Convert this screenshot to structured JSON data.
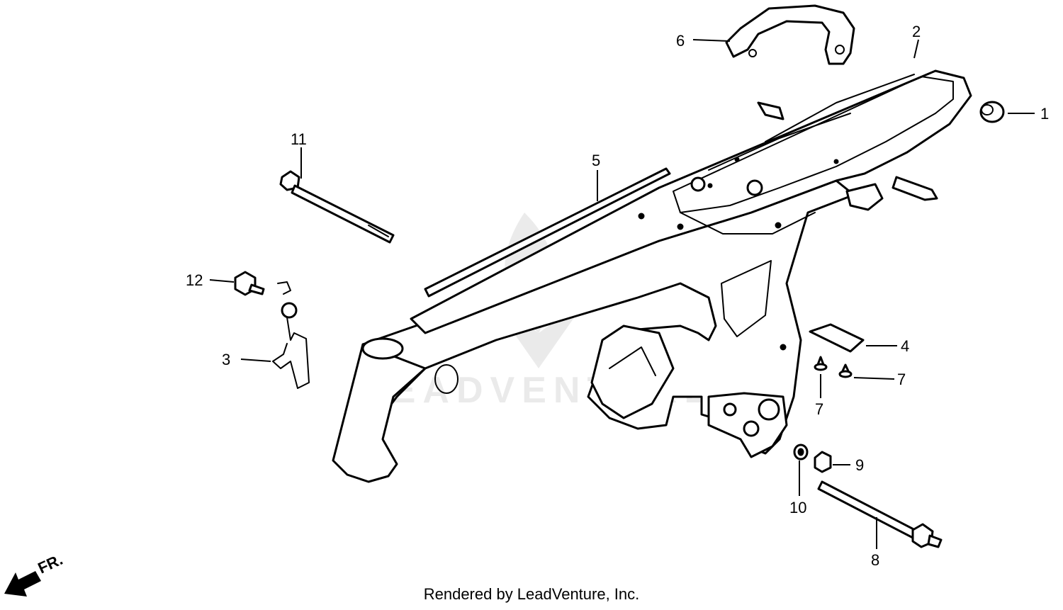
{
  "watermark": "LEADVENTURE",
  "direction_label": "FR.",
  "footer_text": "Rendered by LeadVenture, Inc.",
  "callouts": [
    {
      "id": "1",
      "label": "1"
    },
    {
      "id": "2",
      "label": "2"
    },
    {
      "id": "3",
      "label": "3"
    },
    {
      "id": "4",
      "label": "4"
    },
    {
      "id": "5",
      "label": "5"
    },
    {
      "id": "6",
      "label": "6"
    },
    {
      "id": "7a",
      "label": "7"
    },
    {
      "id": "7b",
      "label": "7"
    },
    {
      "id": "8",
      "label": "8"
    },
    {
      "id": "9",
      "label": "9"
    },
    {
      "id": "10",
      "label": "10"
    },
    {
      "id": "11",
      "label": "11"
    },
    {
      "id": "12",
      "label": "12"
    }
  ]
}
